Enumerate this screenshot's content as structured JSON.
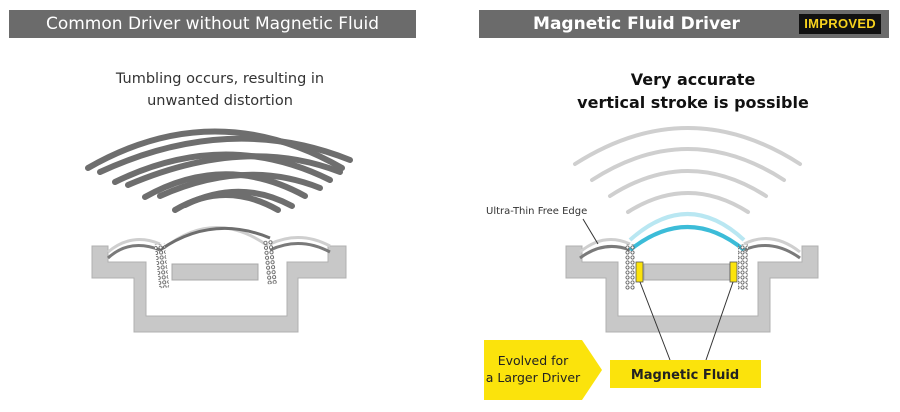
{
  "left_panel": {
    "header": "Common Driver without Magnetic Fluid",
    "caption_line1": "Tumbling occurs, resulting in",
    "caption_line2": "unwanted distortion"
  },
  "right_panel": {
    "header": "Magnetic Fluid Driver",
    "badge": "IMPROVED",
    "caption_line1": "Very accurate",
    "caption_line2": "vertical stroke is possible",
    "free_edge_label": "Ultra-Thin Free Edge",
    "evolved_line1": "Evolved for",
    "evolved_line2": "a Larger Driver",
    "magnetic_fluid_label": "Magnetic Fluid"
  },
  "colors": {
    "header_bg": "#6b6b6b",
    "badge_bg": "#111111",
    "badge_text": "#f7d21e",
    "accent_yellow": "#fbe30c",
    "diaphragm_blue": "#3cbcd8",
    "frame_gray": "#c8c8c8"
  }
}
